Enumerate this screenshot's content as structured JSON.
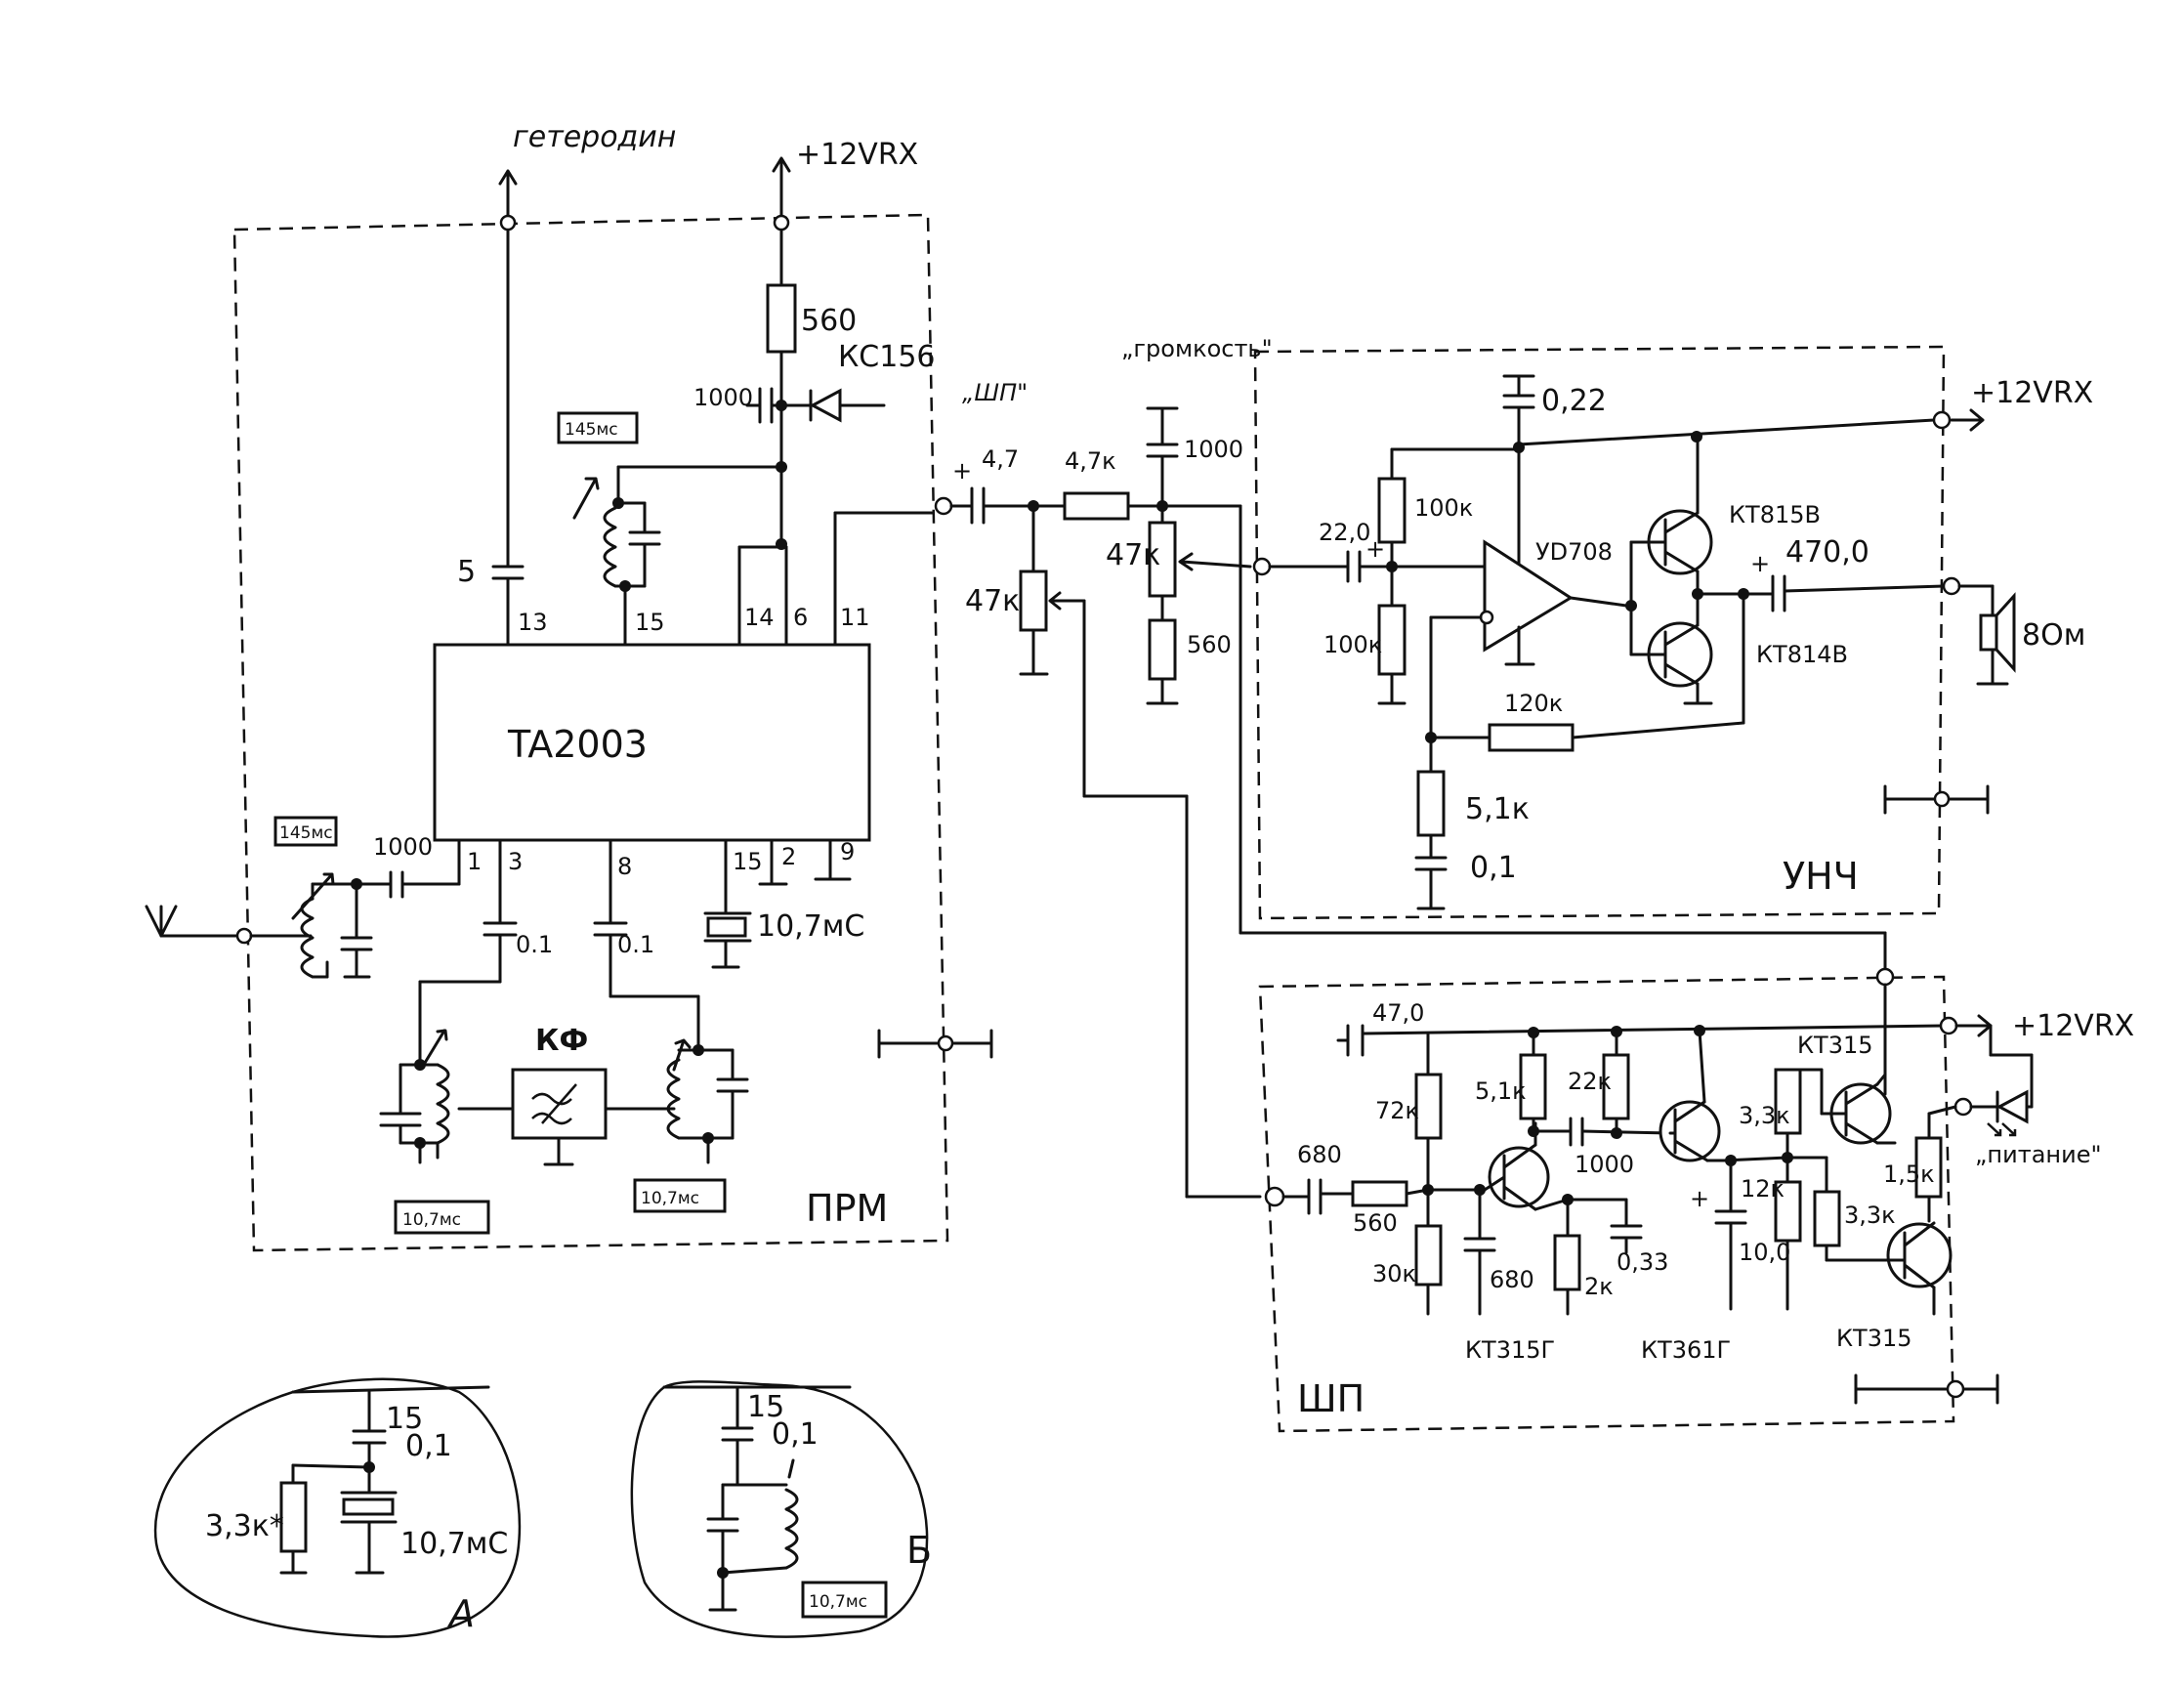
{
  "ic": {
    "name": "TA2003",
    "pins": [
      "13",
      "15",
      "14",
      "6",
      "11",
      "1",
      "3",
      "8",
      "15",
      "2",
      "9"
    ]
  },
  "blocks": {
    "receiver": "ПРМ",
    "audio_amp": "УНЧ",
    "noise_gen": "ШП",
    "filter": "КФ",
    "variant_a": "А",
    "variant_b": "Б"
  },
  "signals": {
    "heterodyne": "гетеродин",
    "supply_top": "+12VRX",
    "supply_amp": "+12VRX",
    "supply_noise": "+12VRX",
    "noise_label": "„ШП\"",
    "volume_label": "„громкость\"",
    "power_label": "„питание\"",
    "plus": "+"
  },
  "tags": {
    "t145_a": "145мс",
    "t145_b": "145мс",
    "t107_a": "10,7мс",
    "t107_b": "10,7мс",
    "t107_c": "10,7мс"
  },
  "components": {
    "c5": "5",
    "r560_top": "560",
    "zener": "КС156",
    "c1000_top": "1000",
    "c1000_in": "1000",
    "c01_a": "0.1",
    "c01_b": "0.1",
    "xtal": "10,7мС",
    "c47": "4,7",
    "r47k_ser": "4,7к",
    "c1000_vol": "1000",
    "pot47k_a": "47к",
    "pot47k_b": "47к",
    "r560_vol": "560",
    "c022": "0,22",
    "c220": "22,0",
    "r100k_a": "100к",
    "r100k_b": "100к",
    "opamp": "УD708",
    "q_kt815": "КТ815В",
    "q_kt814": "КТ814В",
    "c4700": "470,0",
    "speaker": "8Ом",
    "r120k": "120к",
    "r51k": "5,1к",
    "c01_amp": "0,1",
    "c470": "47,0",
    "r72k": "72к",
    "r51k_n": "5,1к",
    "r22k": "22к",
    "c1000_n": "1000",
    "c680_in": "680",
    "r560_n": "560",
    "r30k": "30к",
    "c680_n": "680",
    "r2k": "2к",
    "c033": "0,33",
    "q_kt315g": "КТ315Г",
    "q_kt361g": "КТ361Г",
    "r33k_a": "3,3к",
    "r12k": "12к",
    "r33k_b": "3,3к",
    "c100": "10,0",
    "r15k": "1,5к",
    "q_kt315_a": "КТ315",
    "q_kt315_b": "КТ315"
  },
  "inset_a": {
    "c15": "15",
    "c01": "0,1",
    "r33": "3,3к*",
    "xtal": "10,7мС"
  },
  "inset_b": {
    "c15": "15",
    "c01": "0,1",
    "tag": "10,7мс"
  }
}
